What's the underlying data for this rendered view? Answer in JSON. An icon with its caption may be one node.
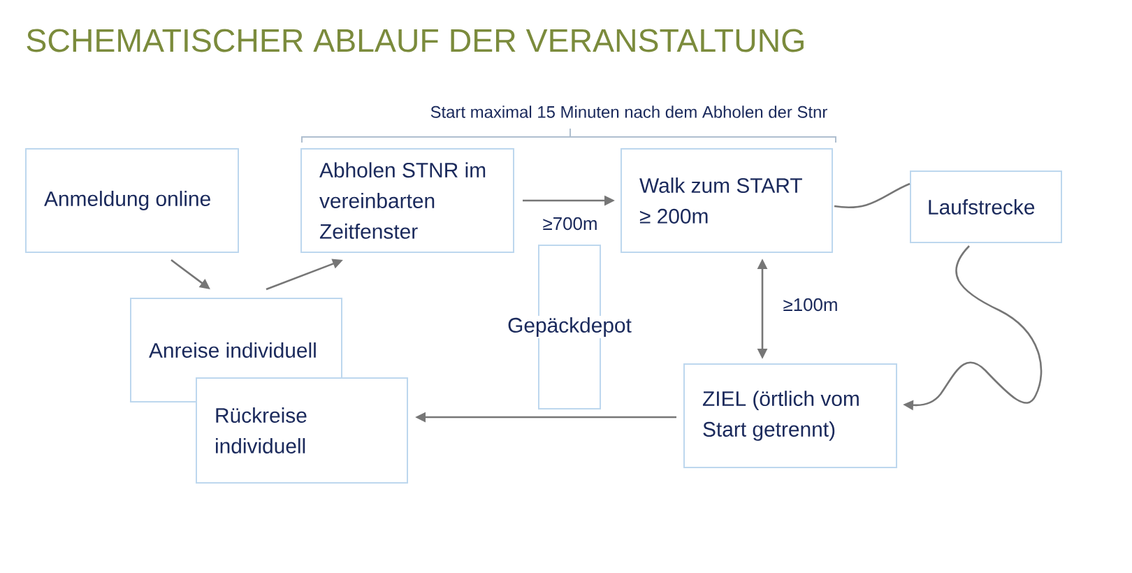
{
  "diagram": {
    "title": "SCHEMATISCHER ABLAUF DER VERANSTALTUNG",
    "nodes": [
      {
        "text": [
          "Anmeldung online"
        ]
      },
      {
        "text": [
          "Abholen STNR im vereinbarten Zeitfenster"
        ]
      },
      {
        "text": [
          "Walk zum START ≥ 200m"
        ]
      },
      {
        "text": [
          "Laufstrecke"
        ]
      },
      {
        "text": [
          "Anreise individuell"
        ]
      },
      {
        "text": [
          "Gepäckdepot"
        ]
      },
      {
        "text": [
          "Rückreise individuell"
        ]
      },
      {
        "text": [
          "ZIEL (örtlich vom Start getrennt)"
        ]
      }
    ],
    "edges": [
      {
        "from": 0,
        "to": 4,
        "arrow": "to"
      },
      {
        "from": 4,
        "to": 1,
        "arrow": "to"
      },
      {
        "from": 1,
        "to": 2,
        "arrow": "to",
        "label": "≥700m"
      },
      {
        "from": 2,
        "to": 3,
        "arrow": "none"
      },
      {
        "from": 3,
        "to": 7,
        "arrow": "to"
      },
      {
        "from": 2,
        "to": 7,
        "arrow": "both",
        "label": "≥100m"
      },
      {
        "from": 7,
        "to": 6,
        "arrow": "to"
      }
    ],
    "labels": [
      "Start maximal 15 Minuten nach dem Abholen der Stnr"
    ]
  }
}
